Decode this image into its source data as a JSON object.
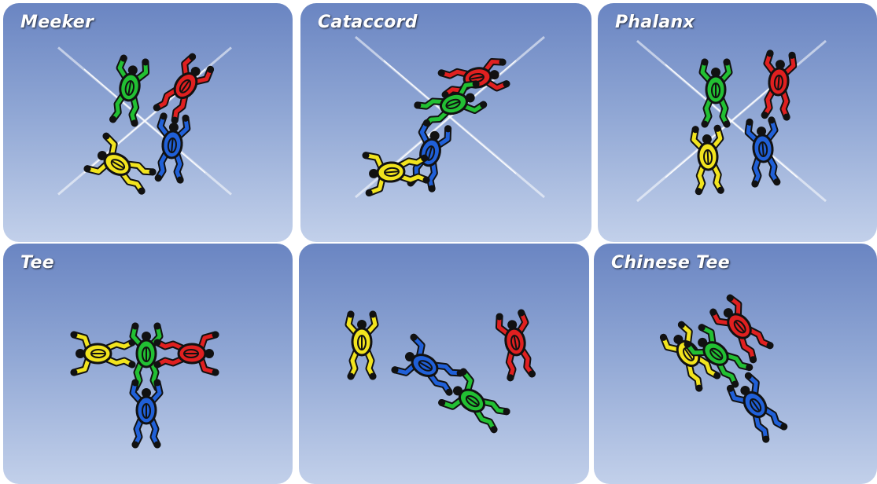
{
  "formations": [
    {
      "title": "Meeker"
    },
    {
      "title": "Cataccord"
    },
    {
      "title": "Phalanx"
    },
    {
      "title": "Tee"
    },
    {
      "title": ""
    },
    {
      "title": "Chinese Tee"
    }
  ],
  "colors": {
    "red": "#e02020",
    "green": "#22c033",
    "blue": "#2060d8",
    "yellow": "#f2e41e",
    "outline": "#111111"
  }
}
